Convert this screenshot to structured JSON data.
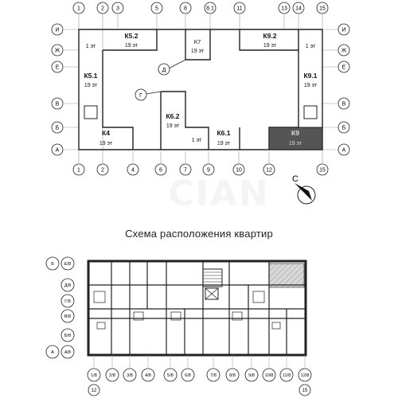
{
  "caption": "Схема расположения квартир",
  "colors": {
    "highlight": "#555555",
    "line": "#222222",
    "background": "#ffffff"
  },
  "top_axes": {
    "columns_top": [
      "1",
      "2",
      "3",
      "5",
      "8",
      "8.1",
      "11",
      "13",
      "14",
      "15"
    ],
    "columns_bottom": [
      "1",
      "2",
      "4",
      "6",
      "7",
      "9",
      "10",
      "12",
      "15"
    ],
    "rows_left": [
      "И",
      "Ж",
      "Е",
      "В",
      "Б",
      "А"
    ],
    "rows_right": [
      "И",
      "Ж",
      "Е",
      "В",
      "Б",
      "А"
    ],
    "extra_labels": {
      "d": "Д",
      "g": "Г"
    }
  },
  "sections": [
    {
      "id": "k52",
      "name": "К5.2",
      "floors": "19 эт"
    },
    {
      "id": "k7",
      "name": "К7",
      "floors": "19 эт"
    },
    {
      "id": "k92",
      "name": "К9.2",
      "floors": "19 эт"
    },
    {
      "id": "k51",
      "name": "К5.1",
      "floors": "19 эт"
    },
    {
      "id": "k91",
      "name": "К9.1",
      "floors": "19 эт"
    },
    {
      "id": "k62",
      "name": "К6.2",
      "floors": "19 эт"
    },
    {
      "id": "k4",
      "name": "К4",
      "floors": "19 эт"
    },
    {
      "id": "k61",
      "name": "К6.1",
      "floors": "19 эт"
    },
    {
      "id": "k9",
      "name": "К9",
      "floors": "19 эт",
      "highlighted": true
    }
  ],
  "one_floor_labels": [
    "1 эт",
    "1 эт",
    "1 эт"
  ],
  "compass": {
    "label": "С"
  },
  "watermark": "CIAN",
  "floor_plan": {
    "rows_left": [
      "Б",
      "Е/8",
      "Д/8",
      "Г/8",
      "В/8",
      "Б/8",
      "А",
      "А/8"
    ],
    "columns_bottom": [
      "1/8",
      "2/8",
      "3/8",
      "4/8",
      "5/8",
      "6/8",
      "7/8",
      "8/8",
      "9/8",
      "10/8",
      "11/8",
      "12/8"
    ],
    "bottom_extra": [
      "12",
      "15"
    ]
  }
}
